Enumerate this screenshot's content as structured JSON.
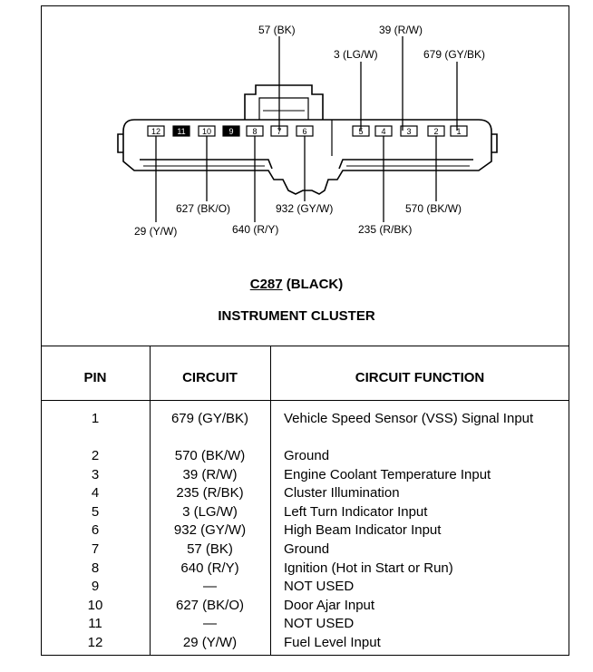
{
  "connector": {
    "id": "C287",
    "color": "(BLACK)",
    "title": "INSTRUMENT CLUSTER",
    "pin_numbers": [
      "12",
      "11",
      "10",
      "9",
      "8",
      "7",
      "6",
      "5",
      "4",
      "3",
      "2",
      "1"
    ],
    "wire_labels": {
      "p7": "57 (BK)",
      "p3": "39 (R/W)",
      "p5": "3 (LG/W)",
      "p1": "679 (GY/BK)",
      "p10": "627 (BK/O)",
      "p6": "932 (GY/W)",
      "p2": "570 (BK/W)",
      "p12": "29 (Y/W)",
      "p8": "640 (R/Y)",
      "p4": "235 (R/BK)"
    }
  },
  "table": {
    "headers": [
      "PIN",
      "CIRCUIT",
      "CIRCUIT FUNCTION"
    ],
    "rows": [
      {
        "pin": "1",
        "circuit": "679 (GY/BK)",
        "function": "Vehicle Speed Sensor (VSS) Signal Input"
      },
      {
        "pin": "2",
        "circuit": "570 (BK/W)",
        "function": "Ground"
      },
      {
        "pin": "3",
        "circuit": "39 (R/W)",
        "function": "Engine Coolant Temperature Input"
      },
      {
        "pin": "4",
        "circuit": "235 (R/BK)",
        "function": "Cluster Illumination"
      },
      {
        "pin": "5",
        "circuit": "3 (LG/W)",
        "function": "Left Turn Indicator Input"
      },
      {
        "pin": "6",
        "circuit": "932 (GY/W)",
        "function": "High Beam Indicator Input"
      },
      {
        "pin": "7",
        "circuit": "57 (BK)",
        "function": "Ground"
      },
      {
        "pin": "8",
        "circuit": "640 (R/Y)",
        "function": "Ignition (Hot in Start or Run)"
      },
      {
        "pin": "9",
        "circuit": "—",
        "function": "NOT USED"
      },
      {
        "pin": "10",
        "circuit": "627 (BK/O)",
        "function": "Door Ajar Input"
      },
      {
        "pin": "11",
        "circuit": "—",
        "function": "NOT USED"
      },
      {
        "pin": "12",
        "circuit": "29 (Y/W)",
        "function": "Fuel Level Input"
      }
    ]
  }
}
